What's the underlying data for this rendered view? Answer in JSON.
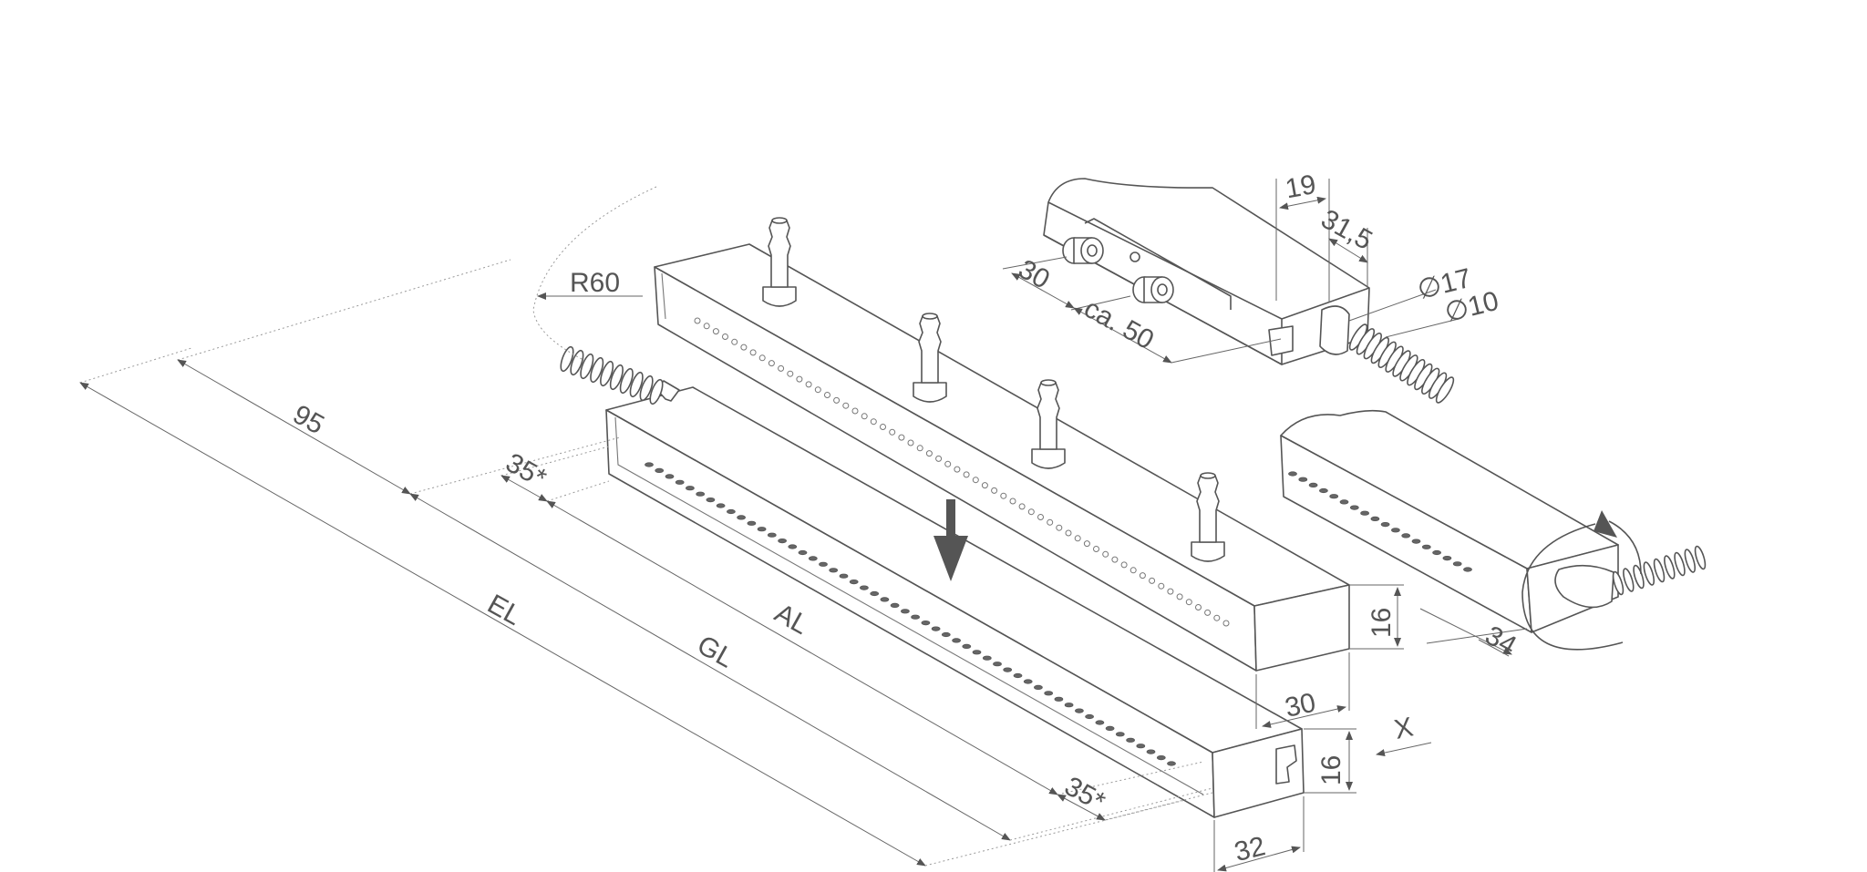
{
  "drawing": {
    "dimensions": {
      "r60": "R60",
      "d95": "95",
      "d35_top": "35*",
      "d35_bottom": "35*",
      "el": "EL",
      "gl": "GL",
      "al": "AL",
      "d16_upper": "16",
      "d30_width": "30",
      "d16_lower": "16",
      "d32": "32",
      "x": "X",
      "d34": "34",
      "d19": "19",
      "d31_5": "31,5",
      "d30_bracket": "30",
      "ca50": "ca. 50",
      "dia17": "∅17",
      "dia10": "∅10"
    },
    "colors": {
      "line": "#555555",
      "background": "#ffffff"
    }
  }
}
